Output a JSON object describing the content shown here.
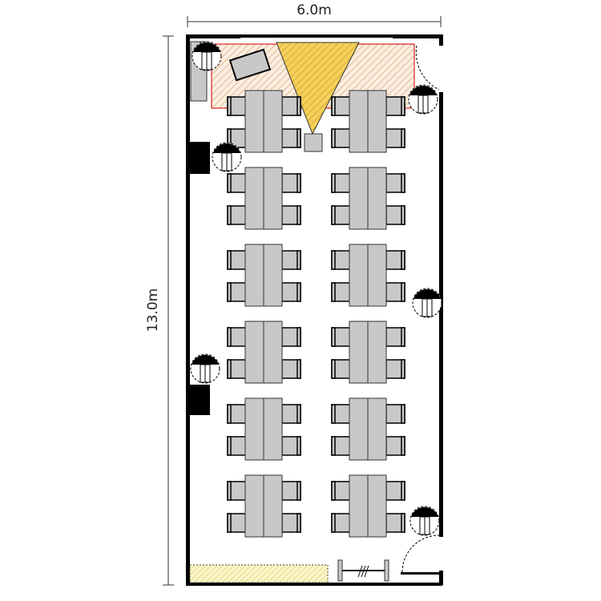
{
  "dimensions": {
    "width_label": "6.0m",
    "height_label": "13.0m"
  },
  "layout": {
    "table_rows": 6,
    "table_columns": 2,
    "chairs_per_table": 4
  },
  "colors": {
    "wall": "#000000",
    "furniture": "#c8c8c8",
    "screen_zone": "#f5c242",
    "restricted_zone": "#e02020",
    "storage_zone": "#f0e68c"
  }
}
